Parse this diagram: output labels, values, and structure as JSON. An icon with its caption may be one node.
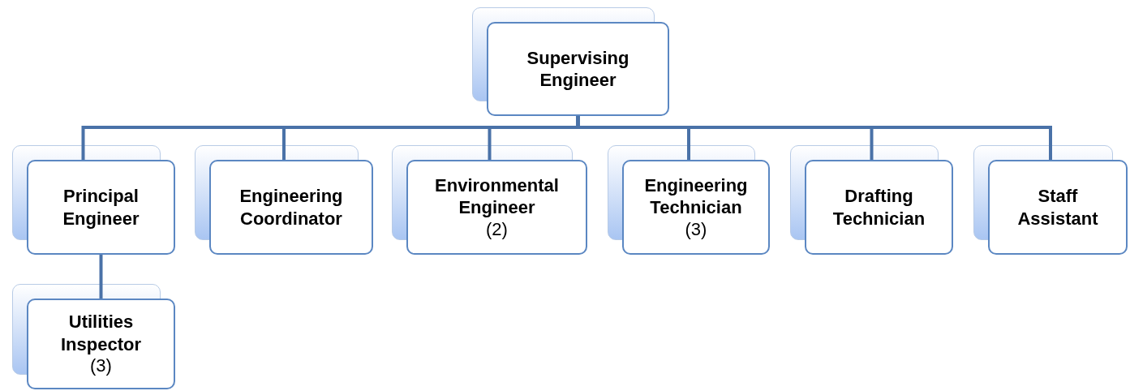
{
  "diagram": {
    "nodes": [
      {
        "text": [
          "Supervising Engineer"
        ]
      },
      {
        "text": [
          "Principal Engineer"
        ]
      },
      {
        "text": [
          "Engineering Coordinator"
        ]
      },
      {
        "text": [
          "Environmental Engineer",
          "(2)"
        ]
      },
      {
        "text": [
          "Engineering Technician",
          "(3)"
        ]
      },
      {
        "text": [
          "Drafting Technician"
        ]
      },
      {
        "text": [
          "Staff Assistant"
        ]
      },
      {
        "text": [
          "Utilities Inspector",
          "(3)"
        ]
      }
    ],
    "edges": [
      {
        "from": 0,
        "to": 1,
        "arrow": "none"
      },
      {
        "from": 0,
        "to": 2,
        "arrow": "none"
      },
      {
        "from": 0,
        "to": 3,
        "arrow": "none"
      },
      {
        "from": 0,
        "to": 4,
        "arrow": "none"
      },
      {
        "from": 0,
        "to": 5,
        "arrow": "none"
      },
      {
        "from": 0,
        "to": 6,
        "arrow": "none"
      },
      {
        "from": 1,
        "to": 7,
        "arrow": "none"
      }
    ]
  }
}
